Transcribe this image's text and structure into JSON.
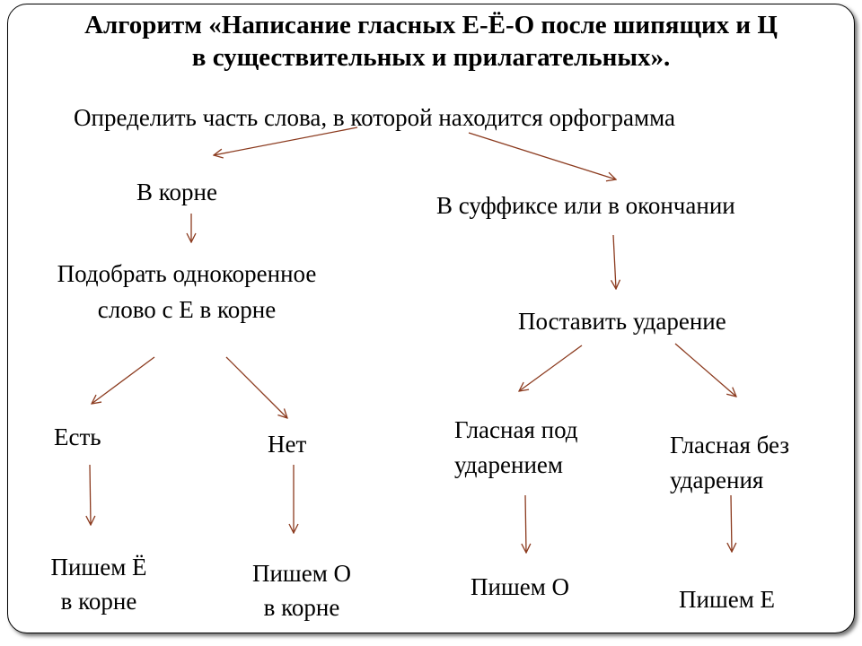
{
  "title": {
    "line1": "Алгоритм «Написание гласных Е-Ё-О после шипящих и Ц",
    "line2": "в существительных и прилагательных»."
  },
  "nodes": {
    "root": "Определить часть слова, в которой находится орфограмма",
    "root_branch": "В корне",
    "suffix_branch": "В суффиксе или в окончании",
    "pick_word_line1": "Подобрать однокоренное",
    "pick_word_line2": "слово с Е в корне",
    "put_stress": "Поставить ударение",
    "yes": "Есть",
    "no": "Нет",
    "stressed_line1": "Гласная под",
    "stressed_line2": "ударением",
    "unstressed_line1": "Гласная без",
    "unstressed_line2": "ударения",
    "write_yo_line1": "Пишем Ё",
    "write_yo_line2": "в корне",
    "write_o_root_line1": "Пишем О",
    "write_o_root_line2": "в корне",
    "write_o": "Пишем О",
    "write_e": "Пишем Е"
  },
  "colors": {
    "arrow": "#8b3a1e",
    "border": "#000000"
  }
}
